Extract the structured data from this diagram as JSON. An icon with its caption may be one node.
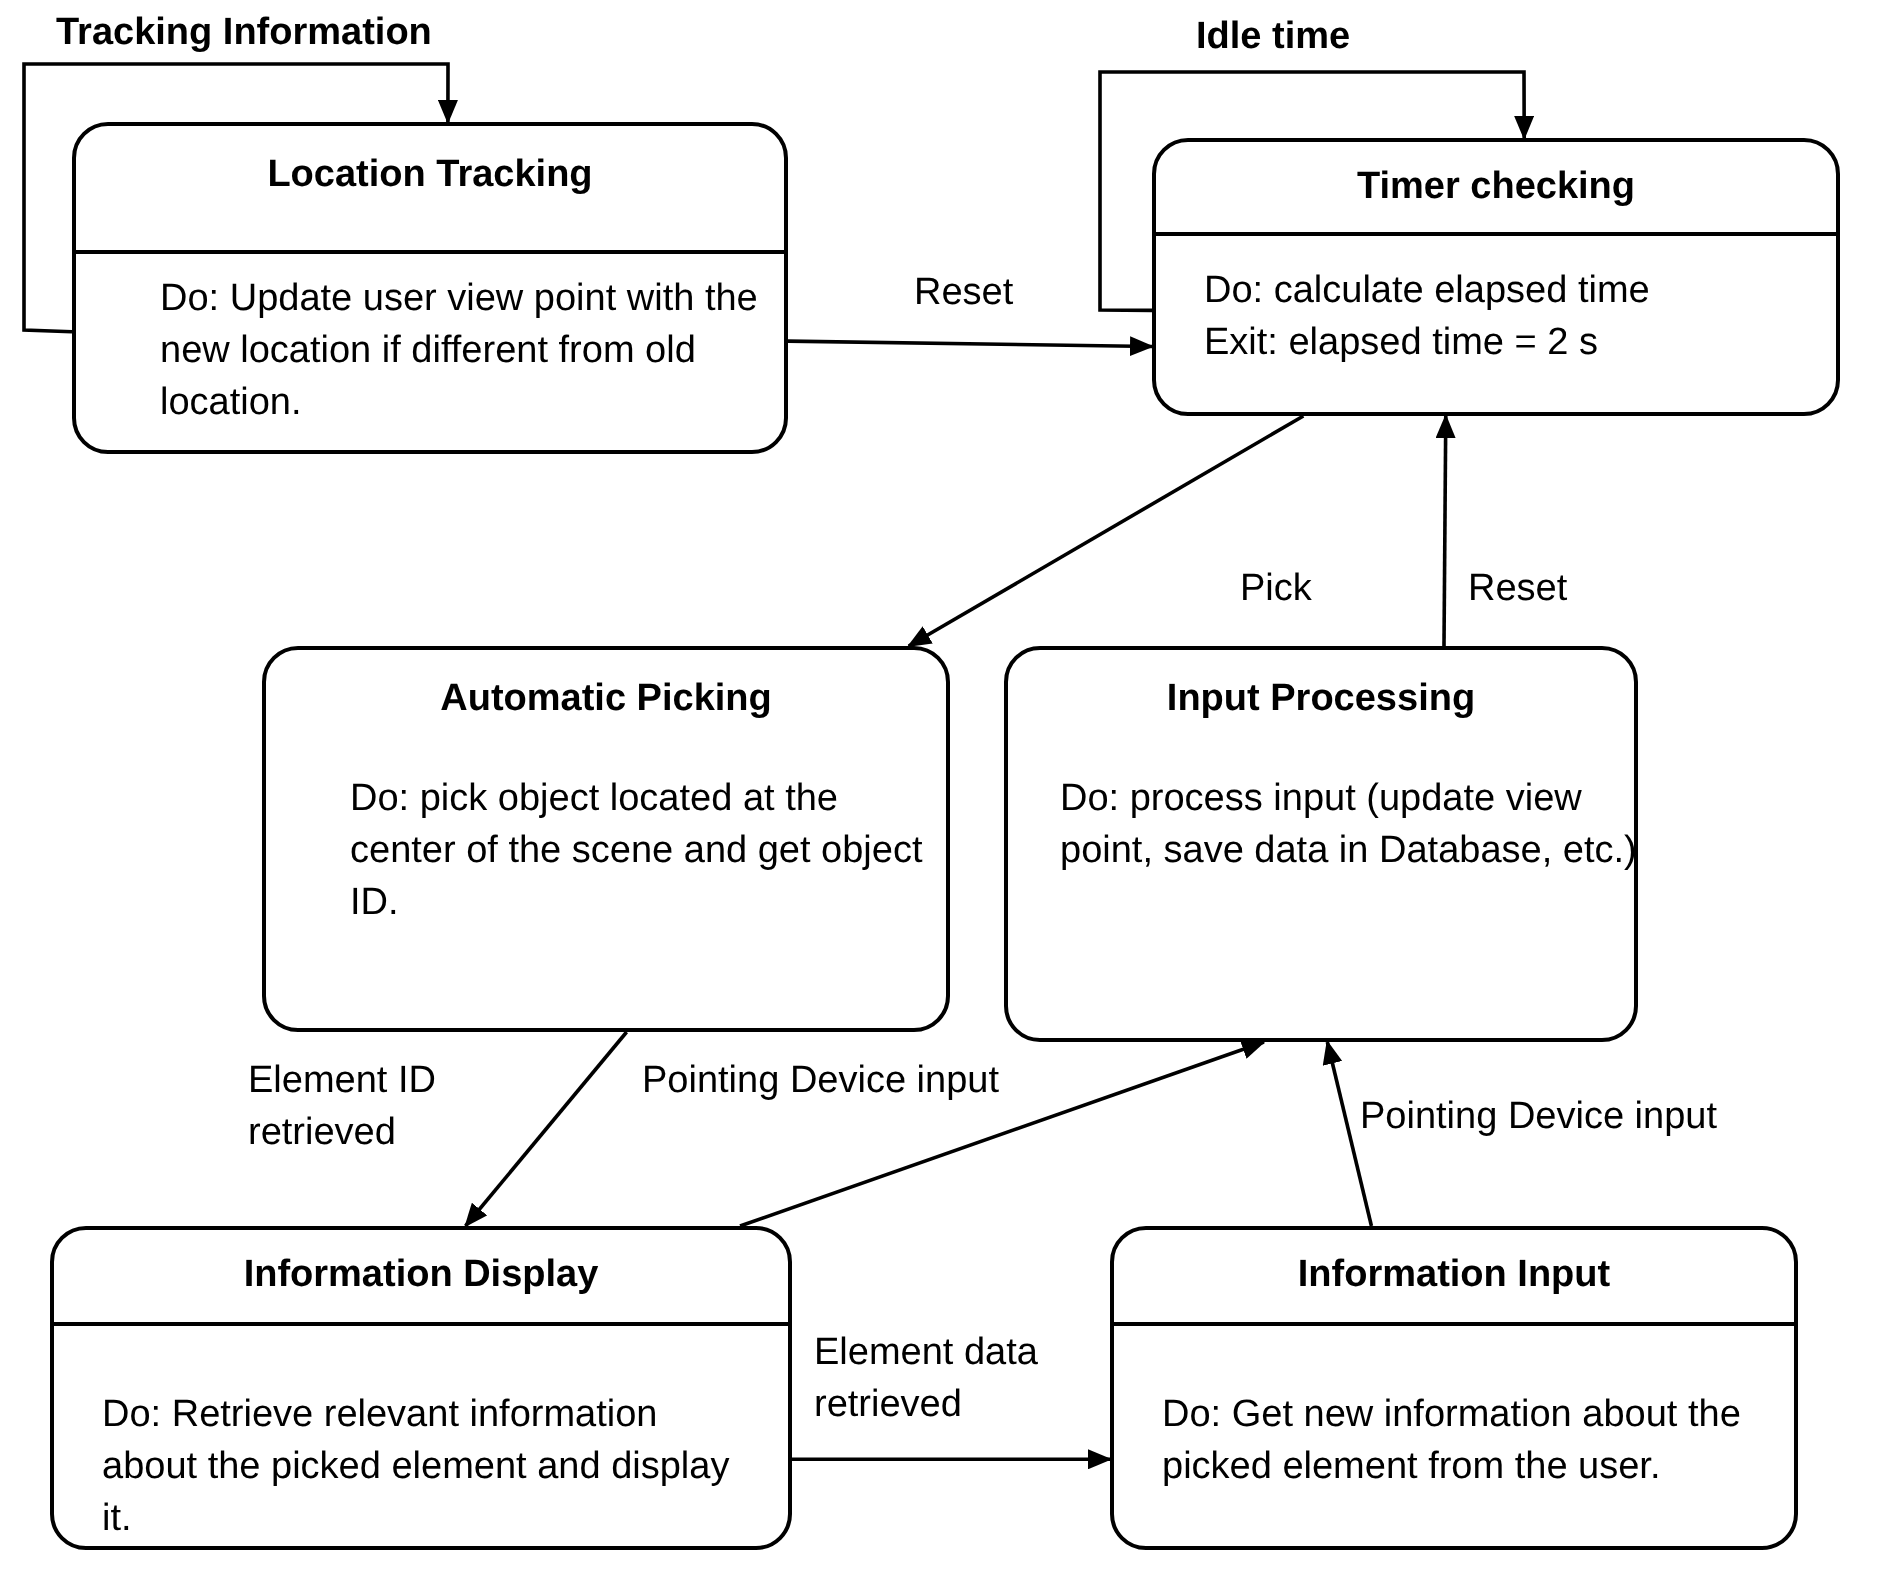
{
  "diagram": {
    "nodes": [
      {
        "text": [
          "Location Tracking",
          "Do: Update user view point with the new location if different from old location."
        ]
      },
      {
        "text": [
          "Timer checking",
          "Do: calculate elapsed time",
          "Exit: elapsed time = 2 s"
        ]
      },
      {
        "text": [
          "Automatic Picking",
          "Do: pick object located at the center of the scene and get object ID."
        ]
      },
      {
        "text": [
          "Input Processing",
          "Do: process input (update view point, save data in Database, etc.)"
        ]
      },
      {
        "text": [
          "Information Display",
          "Do: Retrieve relevant information about the picked element and display it."
        ]
      },
      {
        "text": [
          "Information Input",
          "Do: Get new information about the picked element from the user."
        ]
      }
    ],
    "edges": [
      {
        "from": 0,
        "to": 0,
        "arrow": "to",
        "label": "Tracking Information"
      },
      {
        "from": 0,
        "to": 1,
        "arrow": "to",
        "label": "Reset"
      },
      {
        "from": 1,
        "to": 1,
        "arrow": "to",
        "label": "Idle time"
      },
      {
        "from": 1,
        "to": 2,
        "arrow": "to",
        "label": "Pick"
      },
      {
        "from": 3,
        "to": 1,
        "arrow": "to",
        "label": "Reset"
      },
      {
        "from": 2,
        "to": 4,
        "arrow": "to",
        "label": "Element ID retrieved"
      },
      {
        "from": 4,
        "to": 3,
        "arrow": "to",
        "label": "Pointing Device input"
      },
      {
        "from": 5,
        "to": 3,
        "arrow": "to",
        "label": "Pointing Device input"
      },
      {
        "from": 4,
        "to": 5,
        "arrow": "to",
        "label": "Element data retrieved"
      }
    ]
  }
}
